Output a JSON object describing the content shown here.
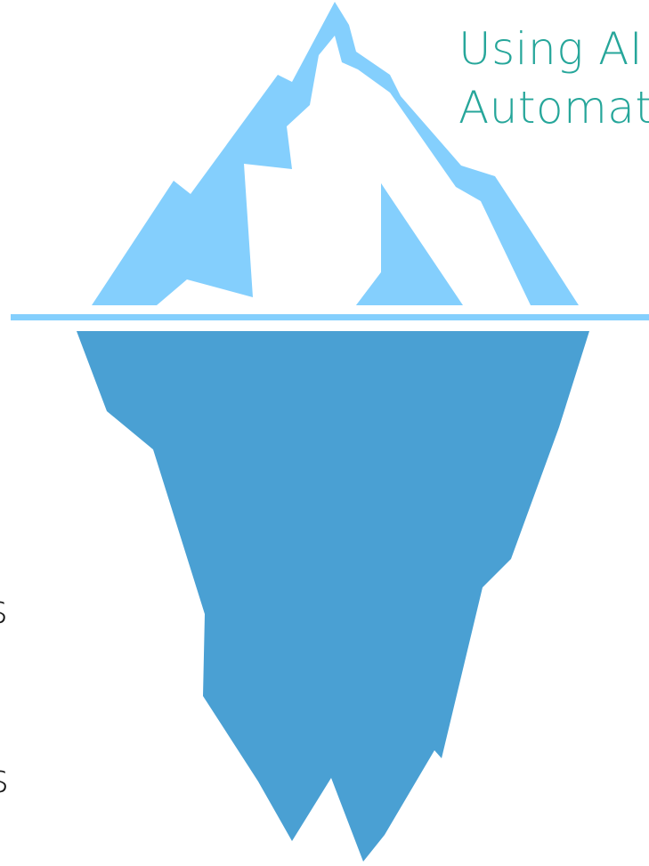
{
  "colors": {
    "ice_light": "#84cffd",
    "ice_white": "#ffffff",
    "water_line": "#84cffd",
    "ice_underwater": "#4aa0d3",
    "title_accent": "#26a69a",
    "body_text": "#1a1a1a"
  },
  "title": {
    "line1": "Using AI",
    "line2": "Automati"
  },
  "left_labels": {
    "item1": "s",
    "item2": "nts"
  },
  "icons": {
    "iceberg": "iceberg-icon",
    "water_line": "water-line"
  }
}
